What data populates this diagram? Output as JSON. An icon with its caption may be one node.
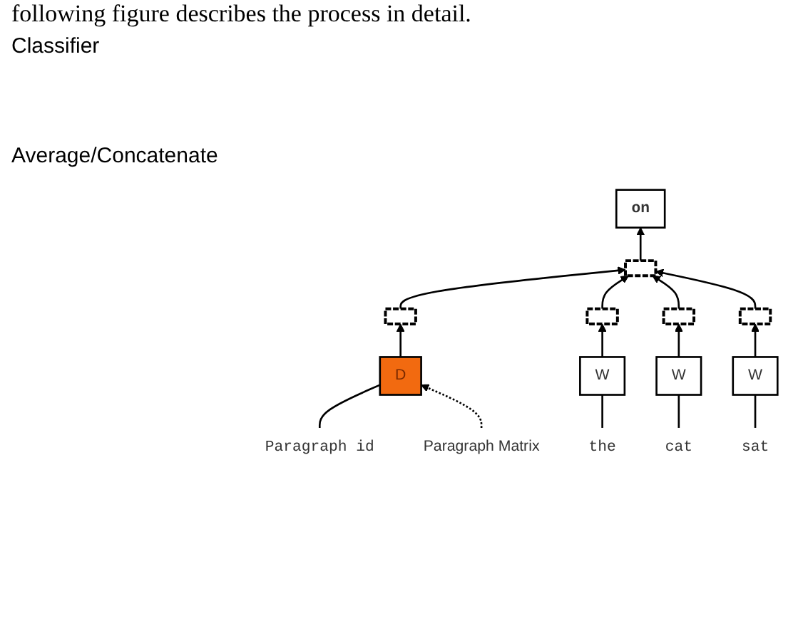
{
  "diagram": {
    "nodes": [
      {
        "text": [
          "on"
        ]
      },
      {
        "text": [],
        "shape": "bar"
      },
      {
        "text": [],
        "shape": "bar"
      },
      {
        "text": [],
        "shape": "bar"
      },
      {
        "text": [],
        "shape": "bar"
      },
      {
        "text": [],
        "shape": "bar"
      },
      {
        "text": [
          "D"
        ]
      },
      {
        "text": [
          "W"
        ]
      },
      {
        "text": [
          "W"
        ]
      },
      {
        "text": [
          "W"
        ]
      },
      {
        "text": [
          "Paragraph id"
        ]
      },
      {
        "text": [
          "the"
        ]
      },
      {
        "text": [
          "cat"
        ]
      },
      {
        "text": [
          "sat"
        ]
      },
      {
        "text": [
          "Paragraph Matrix"
        ]
      }
    ],
    "edges": [
      {
        "from": 1,
        "to": 0,
        "arrow": "to"
      },
      {
        "from": 2,
        "to": 1,
        "arrow": "to"
      },
      {
        "from": 3,
        "to": 1,
        "arrow": "to"
      },
      {
        "from": 4,
        "to": 1,
        "arrow": "to"
      },
      {
        "from": 5,
        "to": 1,
        "arrow": "to"
      },
      {
        "from": 6,
        "to": 2,
        "arrow": "to"
      },
      {
        "from": 7,
        "to": 3,
        "arrow": "to"
      },
      {
        "from": 8,
        "to": 4,
        "arrow": "to"
      },
      {
        "from": 9,
        "to": 5,
        "arrow": "to"
      },
      {
        "from": 10,
        "to": 6,
        "arrow": "none"
      },
      {
        "from": 11,
        "to": 7,
        "arrow": "none"
      },
      {
        "from": 12,
        "to": 8,
        "arrow": "none"
      },
      {
        "from": 13,
        "to": 9,
        "arrow": "none"
      },
      {
        "from": 14,
        "to": 6,
        "arrow": "to",
        "style": "dashed"
      }
    ],
    "labels": [
      "following figure describes the process in detail.",
      "Classifier",
      "Average/Concatenate"
    ]
  }
}
